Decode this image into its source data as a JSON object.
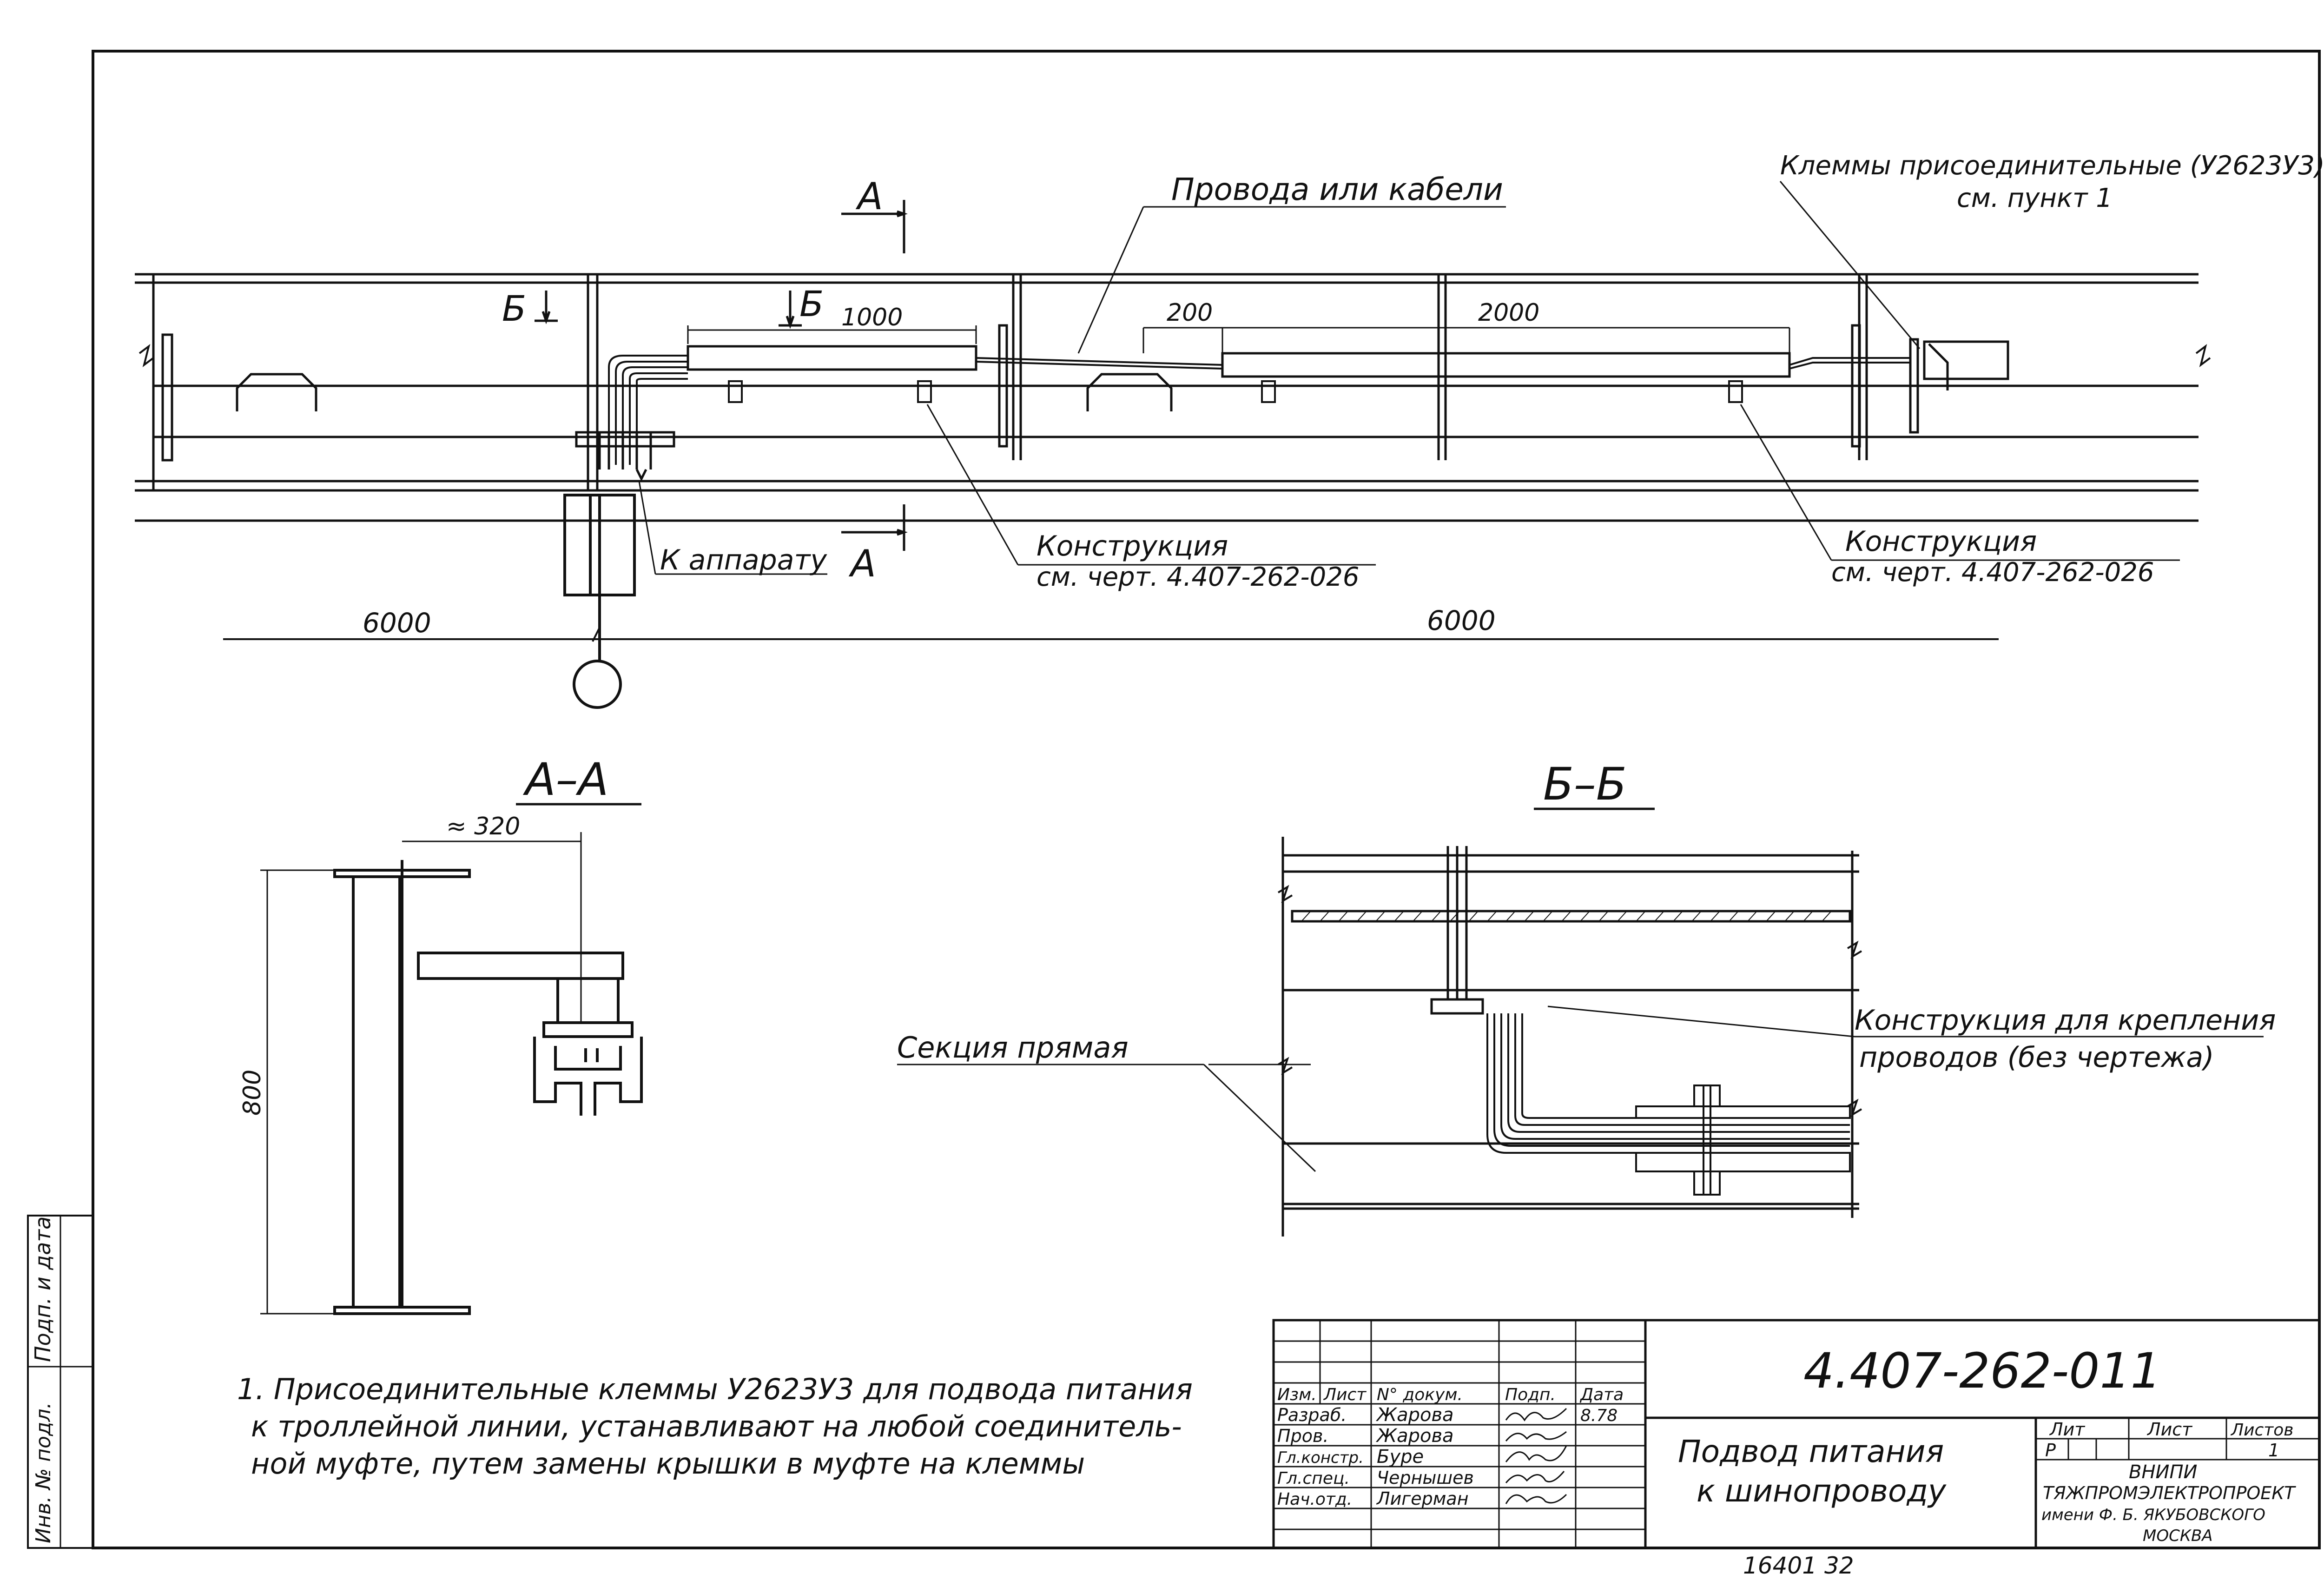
{
  "plan": {
    "label_wires": "Провода или кабели",
    "label_clamps_line1": "Клеммы присоединительные (У2623У3)",
    "label_clamps_line2": "см. пункт 1",
    "label_construction_1_line1": "Конструкция",
    "label_construction_1_line2": "см. черт. 4.407-262-026",
    "label_construction_2_line1": "Конструкция",
    "label_construction_2_line2": "см. черт. 4.407-262-026",
    "label_to_device": "К аппарату",
    "section_mark_a": "А",
    "section_mark_b": "Б",
    "dim_1000": "1000",
    "dim_200": "200",
    "dim_2000": "2000",
    "dim_6000_left": "6000",
    "dim_6000_right": "6000"
  },
  "section_aa": {
    "title": "А–А",
    "dim_320": "≈ 320",
    "dim_800": "800"
  },
  "section_bb": {
    "title": "Б–Б",
    "label_straight_section": "Секция прямая",
    "label_fixing_line1": "Конструкция для крепления",
    "label_fixing_line2": "проводов (без чертежа)"
  },
  "notes": {
    "line1": "1. Присоединительные клеммы У2623У3 для подвода питания",
    "line2": "к троллейной линии, устанавливают на любой соединитель-",
    "line3": "ной муфте, путем замены крышки в муфте на клеммы"
  },
  "title_block": {
    "document_code": "4.407-262-011",
    "title_line1": "Подвод питания",
    "title_line2": "к шинопроводу",
    "header_izm": "Изм.",
    "header_list": "Лист",
    "header_doc": "N° докум.",
    "header_sign": "Подп.",
    "header_date": "Дата",
    "rows": [
      {
        "role": "Разраб.",
        "name": "Жарова",
        "date": "8.78"
      },
      {
        "role": "Пров.",
        "name": "Жарова",
        "date": ""
      },
      {
        "role": "Гл.констр.",
        "name": "Буре",
        "date": ""
      },
      {
        "role": "Гл.спец.",
        "name": "Чернышев",
        "date": ""
      },
      {
        "role": "Нач.отд.",
        "name": "Лигерман",
        "date": ""
      }
    ],
    "lit_label": "Лит",
    "sheet_label": "Лист",
    "sheets_label": "Листов",
    "lit_value": "Р",
    "sheets_value": "1",
    "org_line1": "ВНИПИ",
    "org_line2": "ТЯЖПРОМЭЛЕКТРОПРОЕКТ",
    "org_line3": "имени Ф. Б. ЯКУБОВСКОГО",
    "org_line4": "МОСКВА"
  },
  "side_stamp": {
    "inv": "Инв. № подл.",
    "sign_date": "Подп. и дата"
  },
  "footer_number": "16401   32"
}
